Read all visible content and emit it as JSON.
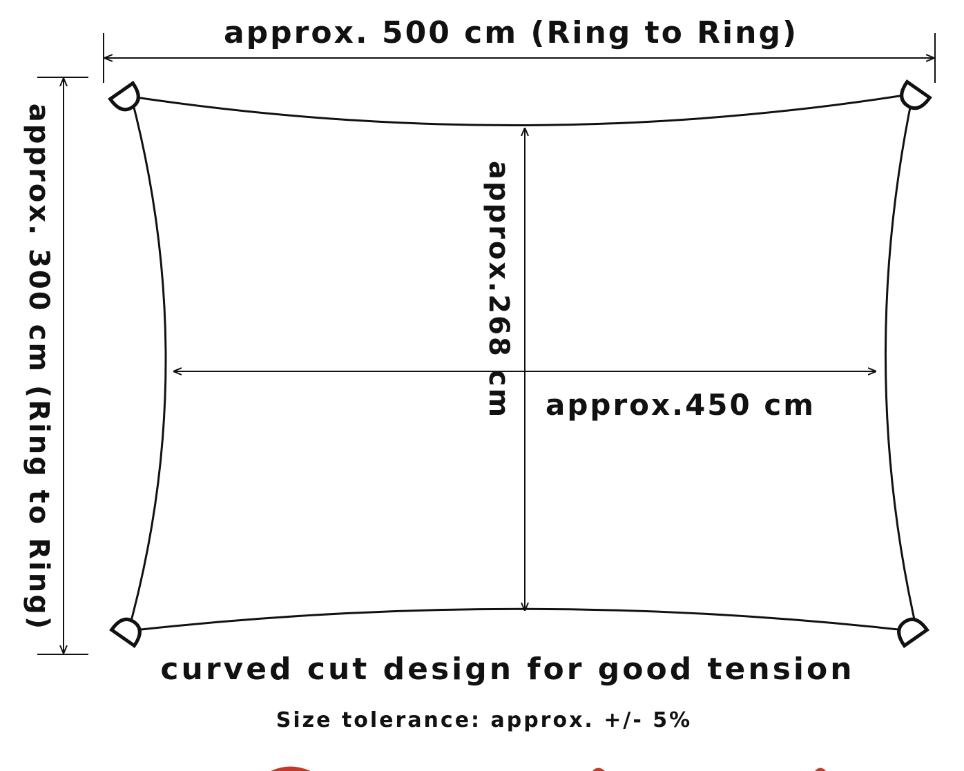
{
  "title": "",
  "labels": {
    "width_ring": "approx. 500 cm (Ring to Ring)",
    "height_ring": "approx. 300 cm (Ring to Ring)",
    "inner_height": "approx.268 cm",
    "inner_width": "approx.450 cm",
    "caption": "curved cut design for good tension",
    "tolerance": "Size tolerance: approx. +/- 5%"
  },
  "colors": {
    "line": "#111111",
    "background": "#ffffff",
    "artifact_red": "#c0392b"
  },
  "icons": {
    "corner_ring": "d-ring-icon",
    "arrow": "double-headed-arrow"
  }
}
